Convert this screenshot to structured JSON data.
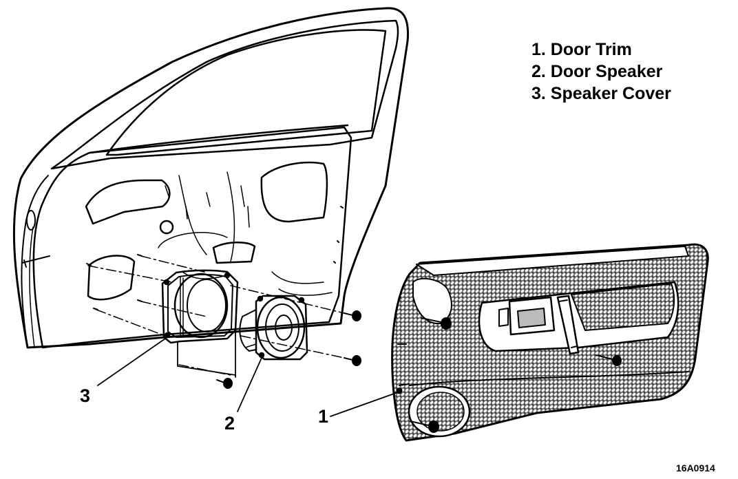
{
  "legend": {
    "items": [
      "1. Door Trim",
      "2. Door Speaker",
      "3. Speaker Cover"
    ]
  },
  "callouts": {
    "door_trim": "1",
    "door_speaker": "2",
    "speaker_cover": "3"
  },
  "figure_id": "16A0914"
}
